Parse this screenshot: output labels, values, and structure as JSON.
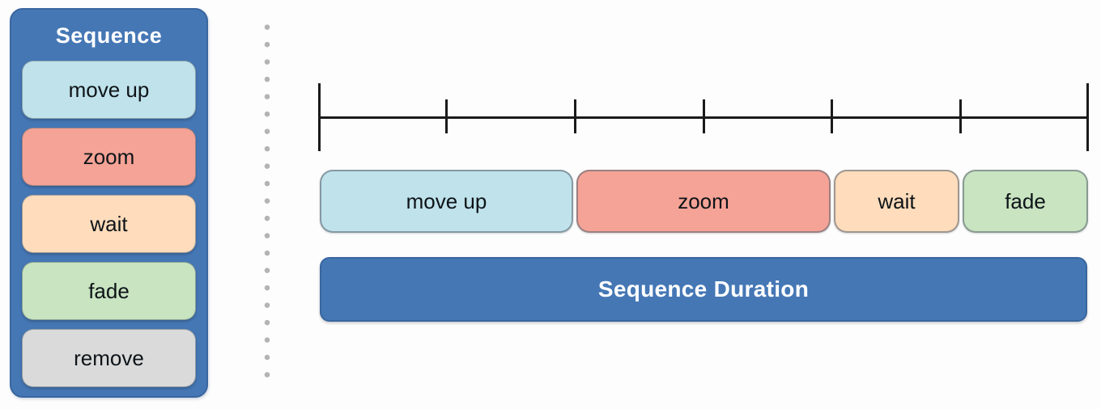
{
  "palette": {
    "title": "Sequence",
    "items": [
      {
        "label": "move up",
        "color": "#bfe2eb"
      },
      {
        "label": "zoom",
        "color": "#f5a396"
      },
      {
        "label": "wait",
        "color": "#fedcbc"
      },
      {
        "label": "fade",
        "color": "#c8e4c0"
      },
      {
        "label": "remove",
        "color": "#dadada"
      }
    ]
  },
  "timeline": {
    "ruler": {
      "tick_count": 7,
      "major_ticks": "first and last"
    },
    "blocks": [
      {
        "label": "move up",
        "color": "#bfe2eb",
        "duration_units": 2
      },
      {
        "label": "zoom",
        "color": "#f5a396",
        "duration_units": 2
      },
      {
        "label": "wait",
        "color": "#fedcbc",
        "duration_units": 1
      },
      {
        "label": "fade",
        "color": "#c8e4c0",
        "duration_units": 1
      }
    ],
    "duration_bar": {
      "label": "Sequence Duration",
      "color": "#4577b5"
    }
  },
  "colors": {
    "panel_blue": "#4577b5",
    "panel_border": "#39669f",
    "divider_dots": "#b4b4b4",
    "ruler_line": "#1b1b1b"
  }
}
